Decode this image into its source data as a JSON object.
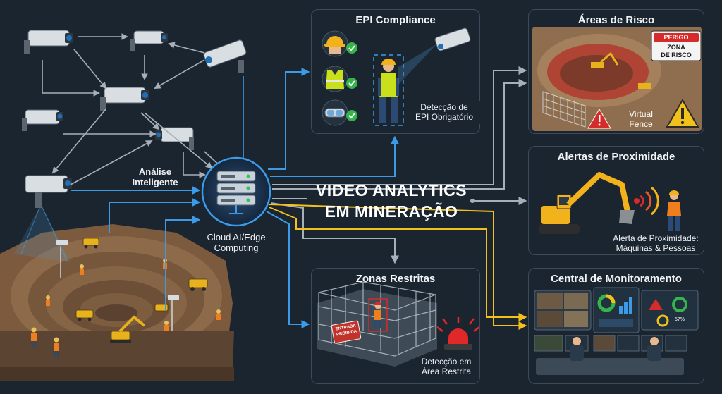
{
  "title": "VIDEO ANALYTICS EM MINERAÇÃO",
  "title_line1": "VIDEO ANALYTICS",
  "title_line2": "EM MINERAÇÃO",
  "hub": {
    "analysis_label_1": "Análise",
    "analysis_label_2": "Inteligente",
    "server_label_1": "Cloud AI/Edge",
    "server_label_2": "Computing"
  },
  "panels": {
    "epi": {
      "title": "EPI Compliance",
      "caption_1": "Detecção de",
      "caption_2": "EPI Obrigatório"
    },
    "risk": {
      "title": "Áreas de Risco",
      "sign_top": "PERIGO",
      "sign_line1": "ZONA",
      "sign_line2": "DE RISCO",
      "fence_1": "Virtual",
      "fence_2": "Fence"
    },
    "proximity": {
      "title": "Alertas de Proximidade",
      "caption_1": "Alerta de Proximidade:",
      "caption_2": "Máquinas & Pessoas"
    },
    "restricted": {
      "title": "Zonas Restritas",
      "sign_1": "ENTRADA",
      "sign_2": "PROIBIDA",
      "caption_1": "Detecção em",
      "caption_2": "Área Restrita"
    },
    "monitor": {
      "title": "Central de Monitoramento",
      "gauge_value": "57%"
    }
  },
  "colors": {
    "background": "#1b2530",
    "panel": "#1e2a36",
    "panel_border": "#3b4b5c",
    "blue_arrow": "#3b9be8",
    "gray_arrow": "#a7b0b9",
    "yellow_arrow": "#f2c21b",
    "danger_red": "#d52b2b",
    "check_green": "#34b44a"
  }
}
